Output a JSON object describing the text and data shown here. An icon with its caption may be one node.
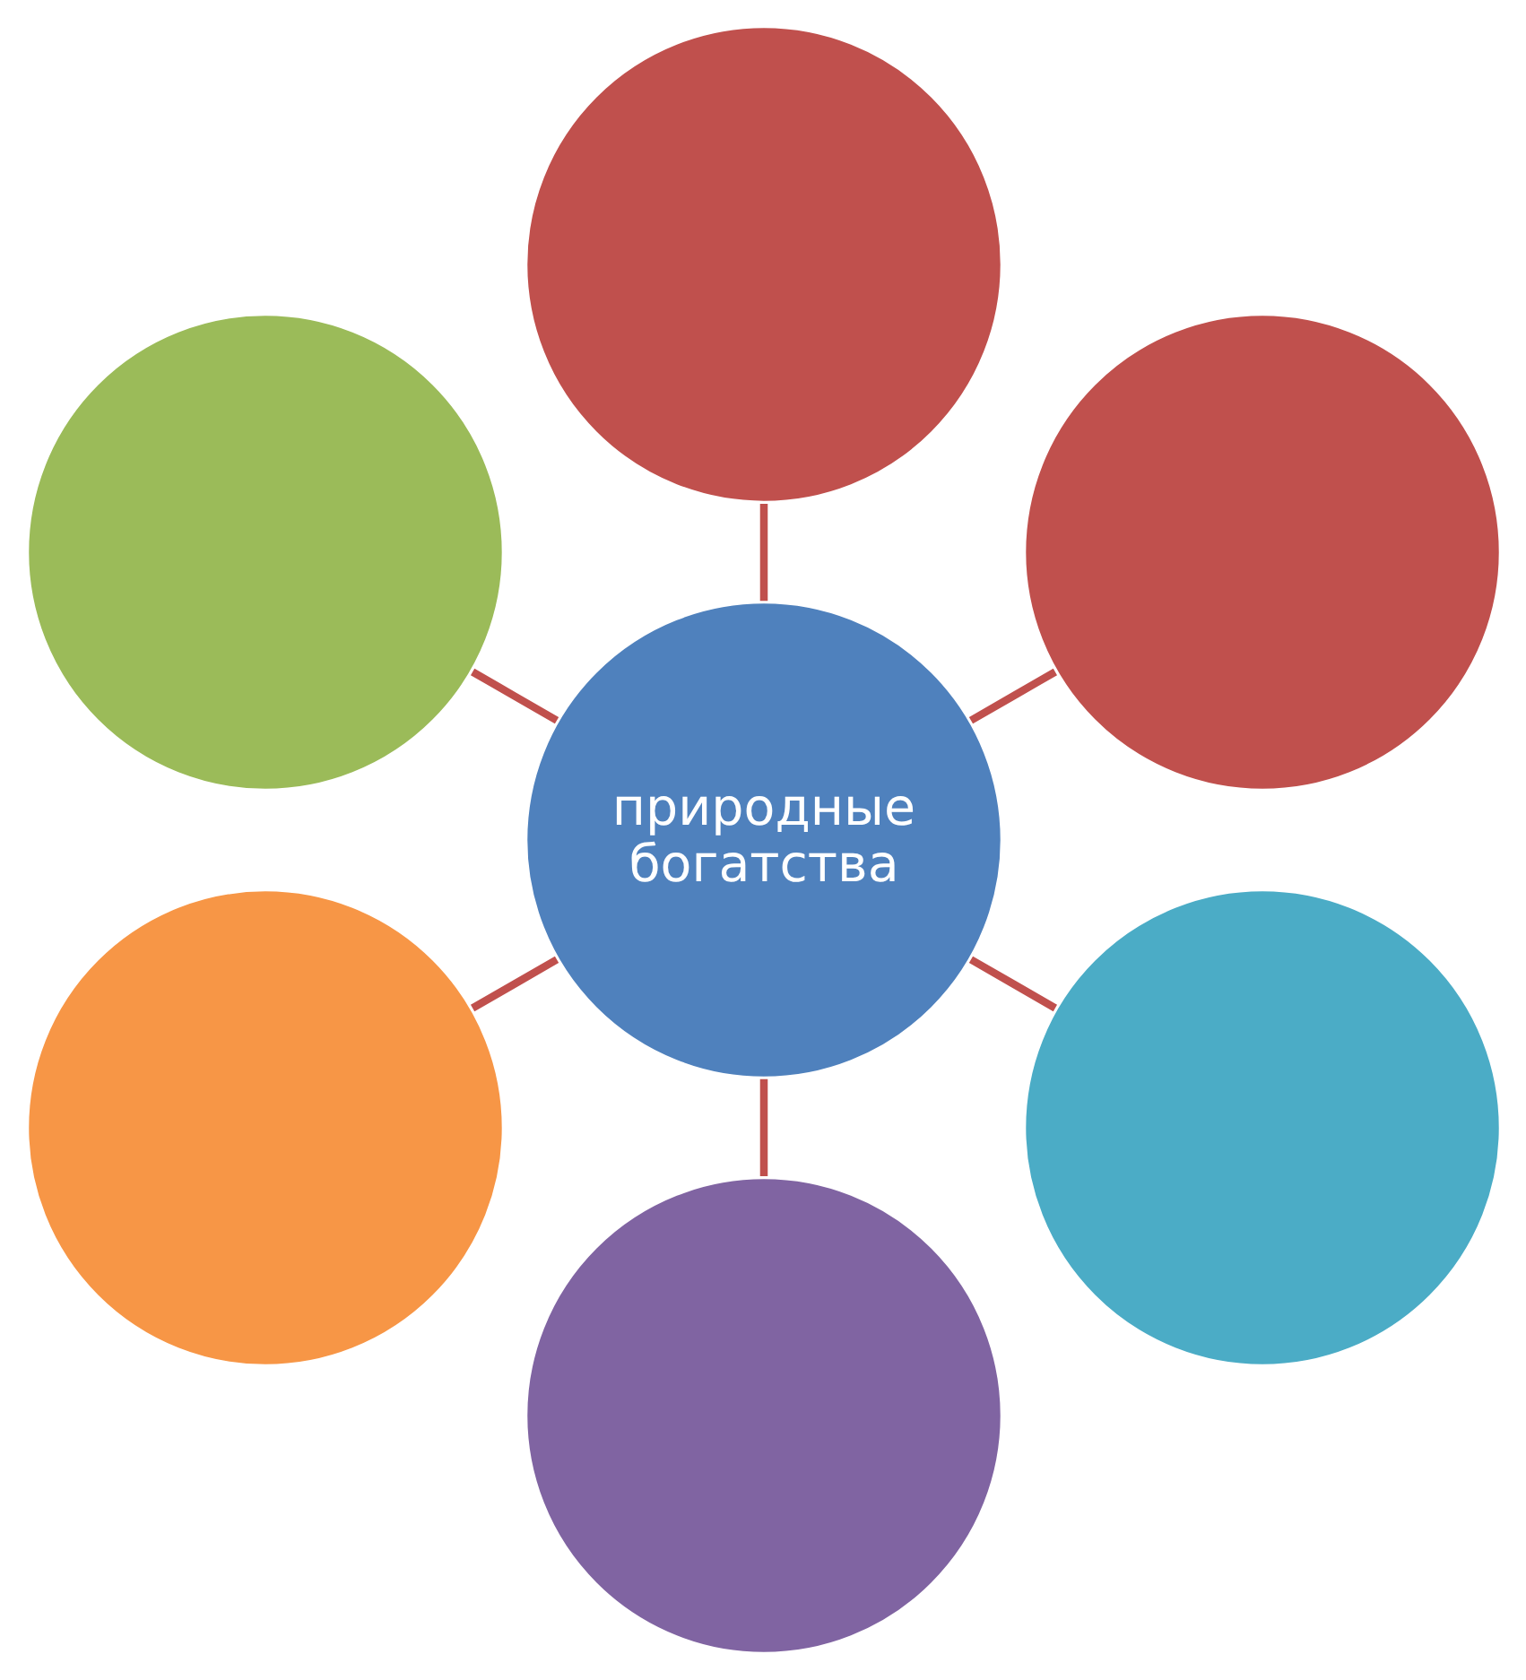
{
  "diagram": {
    "nodes": [
      {
        "text": [
          "природные богатства"
        ]
      },
      {
        "text": [],
        "shape": "circle"
      },
      {
        "text": [],
        "shape": "circle"
      },
      {
        "text": [],
        "shape": "circle"
      },
      {
        "text": [],
        "shape": "circle"
      },
      {
        "text": [],
        "shape": "circle"
      },
      {
        "text": [],
        "shape": "circle"
      }
    ],
    "edges": [
      {
        "from": 0,
        "to": 1,
        "arrow": "none"
      },
      {
        "from": 0,
        "to": 2,
        "arrow": "none"
      },
      {
        "from": 0,
        "to": 4,
        "arrow": "none"
      },
      {
        "from": 0,
        "to": 6,
        "arrow": "none"
      },
      {
        "from": 0,
        "to": 5,
        "arrow": "none"
      },
      {
        "from": 0,
        "to": 3,
        "arrow": "none"
      }
    ]
  }
}
